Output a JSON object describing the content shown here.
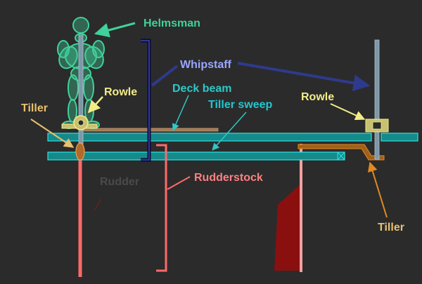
{
  "labels": {
    "helmsman": "Helmsman",
    "whipstaff": "Whipstaff",
    "rowle_left": "Rowle",
    "rowle_right": "Rowle",
    "deck_beam": "Deck beam",
    "tiller_sweep": "Tiller sweep",
    "tiller_left": "Tiller",
    "tiller_right": "Tiller",
    "rudder": "Rudder",
    "rudderstock": "Rudderstock"
  },
  "colors": {
    "background": "#2b2b2b",
    "helmsman": "#3fd29a",
    "whipstaff": "#9aa6ff",
    "whipstaff_arrow": "#2e3a8c",
    "rowle": "#f2ec88",
    "deck_beam": "#2ec8c8",
    "tiller_sweep": "#20c8d0",
    "tiller": "#e8c070",
    "tiller_right_arrow": "#e08a20",
    "rudder_label": "#4a4a4a",
    "rudderstock": "#ff6a6a",
    "rudder_blade": "#8a1010",
    "beam_fill": "#168a8a",
    "whipstaff_bar": "#7f98a8"
  }
}
